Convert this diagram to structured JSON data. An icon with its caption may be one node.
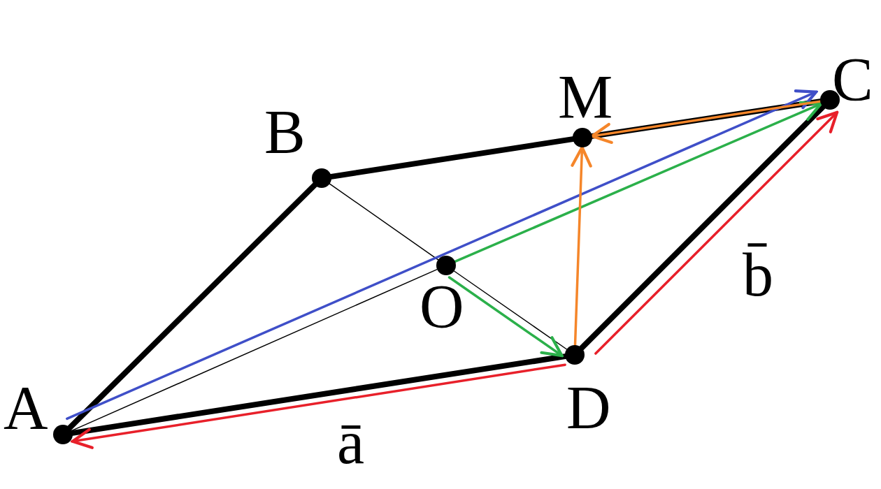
{
  "diagram": {
    "nodes": [
      {
        "text": [
          "A"
        ]
      },
      {
        "text": [
          "B"
        ]
      },
      {
        "text": [
          "C"
        ]
      },
      {
        "text": [
          "D"
        ]
      },
      {
        "text": [
          "M"
        ]
      },
      {
        "text": [
          "O"
        ]
      }
    ],
    "edges": [
      {
        "from": 0,
        "to": 1,
        "arrow": "none",
        "style": "thick"
      },
      {
        "from": 1,
        "to": 4,
        "arrow": "none",
        "style": "thick"
      },
      {
        "from": 4,
        "to": 2,
        "arrow": "none",
        "style": "thick"
      },
      {
        "from": 2,
        "to": 3,
        "arrow": "none",
        "style": "thick"
      },
      {
        "from": 3,
        "to": 0,
        "arrow": "none",
        "style": "thick"
      },
      {
        "from": 1,
        "to": 5,
        "arrow": "none"
      },
      {
        "from": 5,
        "to": 3,
        "arrow": "none"
      },
      {
        "from": 0,
        "to": 5,
        "arrow": "none"
      },
      {
        "from": 0,
        "to": 2,
        "arrow": "to",
        "color": "#3f4fc8"
      },
      {
        "from": 5,
        "to": 2,
        "arrow": "to",
        "color": "#2bb04a"
      },
      {
        "from": 5,
        "to": 3,
        "arrow": "to",
        "color": "#2bb04a"
      },
      {
        "from": 3,
        "to": 4,
        "arrow": "to",
        "color": "#f5862a"
      },
      {
        "from": 2,
        "to": 4,
        "arrow": "to",
        "color": "#f5862a"
      },
      {
        "from": 3,
        "to": 2,
        "arrow": "to",
        "color": "#e8202a",
        "label": "b̄"
      },
      {
        "from": 3,
        "to": 0,
        "arrow": "to",
        "color": "#e8202a",
        "label": "ā"
      }
    ]
  }
}
